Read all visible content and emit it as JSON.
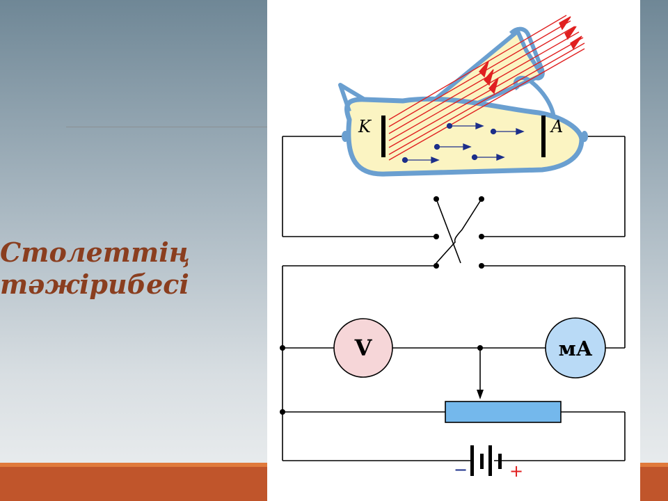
{
  "slide": {
    "title_line1": "Столеттің",
    "title_line2": "тәжірибесі"
  },
  "diagram": {
    "cathode_label": "K",
    "anode_label": "A",
    "voltmeter_label": "V",
    "ammeter_label": "мА",
    "battery_minus": "−",
    "battery_plus": "+"
  },
  "colors": {
    "tube_glass": "#6a9fd0",
    "tube_fill": "#fbf4c2",
    "light_rays": "#e02020",
    "electrons": "#1c2f8a",
    "voltmeter_fill": "#f6d6d8",
    "ammeter_fill": "#b9daf6",
    "rheostat_fill": "#74b8ec",
    "title_color": "#8a3e1f",
    "bottom_bar": "#c0552b"
  }
}
